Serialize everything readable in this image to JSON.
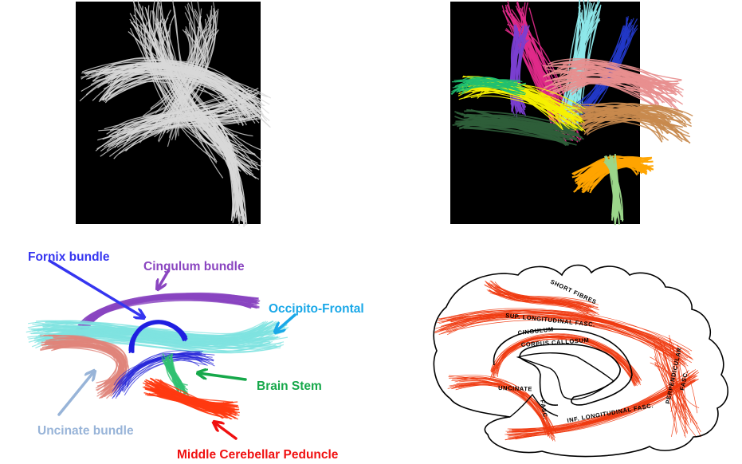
{
  "panels": {
    "grayscale_tractography": {
      "background": "#000000",
      "fiber_color": "#d8d8d8"
    },
    "colored_tractography": {
      "background": "#000000",
      "fiber_colors": [
        "#e02a8a",
        "#8ee8ea",
        "#e88f8f",
        "#c88a4e",
        "#ffa400",
        "#2f5e3a",
        "#f5f000",
        "#7a3fd0",
        "#9bd68a",
        "#2238c8",
        "#20c070"
      ]
    },
    "labeled_bundles": {
      "labels": [
        {
          "text": "Fornix bundle",
          "color": "#3535f0"
        },
        {
          "text": "Cingulum bundle",
          "color": "#8a45c0"
        },
        {
          "text": "Occipito-Frontal",
          "color": "#1aa8e8"
        },
        {
          "text": "Brain Stem",
          "color": "#16a84a"
        },
        {
          "text": "Uncinate bundle",
          "color": "#98b4d8"
        },
        {
          "text": "Middle Cerebellar Peduncle",
          "color": "#f01010"
        }
      ]
    },
    "anatomical_drawing": {
      "fiber_color": "#f03a10",
      "labels": {
        "short_fibres": "SHORT FIBRES",
        "sup_longitudinal": "SUP. LONGITUDINAL FASC.",
        "cingulum": "CINGULUM",
        "corpus_callosum": "CORPUS CALLOSUM",
        "uncinate": "UNCINATE",
        "fasc": "FASC.",
        "inf_longitudinal": "INF. LONGITUDINAL FASC.",
        "perpendicular": "PERPENDICULAR",
        "perpendicular_fasc": "FASC."
      }
    }
  }
}
